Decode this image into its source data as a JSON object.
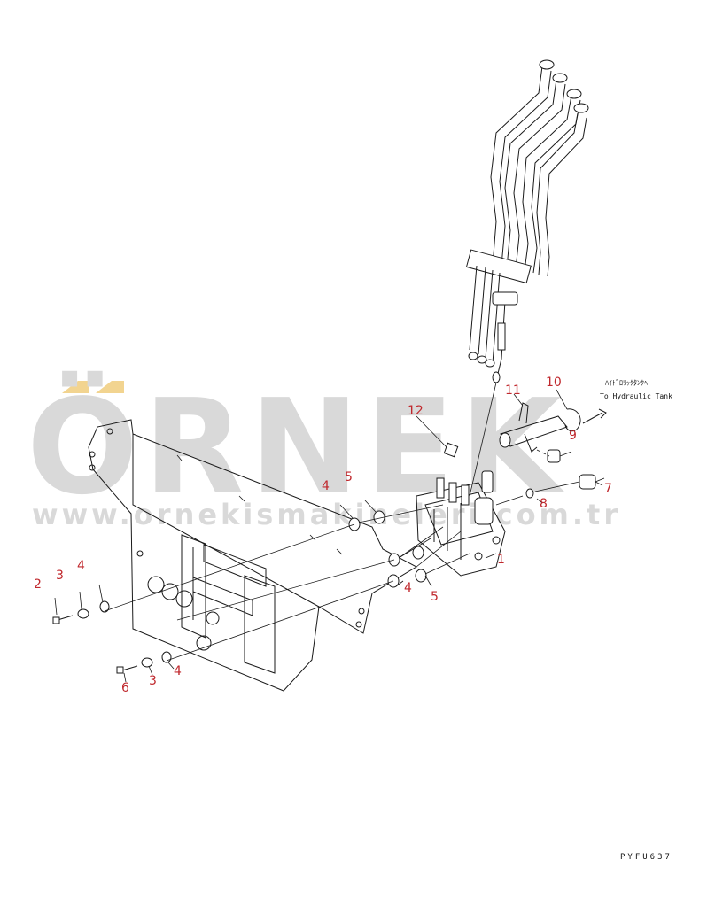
{
  "watermark": {
    "brand": "ÖRNEK",
    "url": "www.ornekismakineleri.com.tr",
    "accent_color": "#f2d490"
  },
  "annotation": {
    "japanese": "ﾊｲﾄﾞﾛﾘｯｸﾀﾝｸﾍ",
    "english": "To Hydraulic Tank"
  },
  "drawing_code": "PYFU637",
  "part_labels": {
    "p1": "1",
    "p2": "2",
    "p3a": "3",
    "p4a": "4",
    "p4b": "4",
    "p5a": "5",
    "p4c": "4",
    "p5b": "5",
    "p6": "6",
    "p3b": "3",
    "p4d": "4",
    "p7": "7",
    "p8": "8",
    "p9": "9",
    "p10": "10",
    "p11": "11",
    "p12": "12"
  },
  "colors": {
    "label": "#c0282d",
    "line": "#1a1a1a",
    "watermark": "#d9d9d9"
  }
}
